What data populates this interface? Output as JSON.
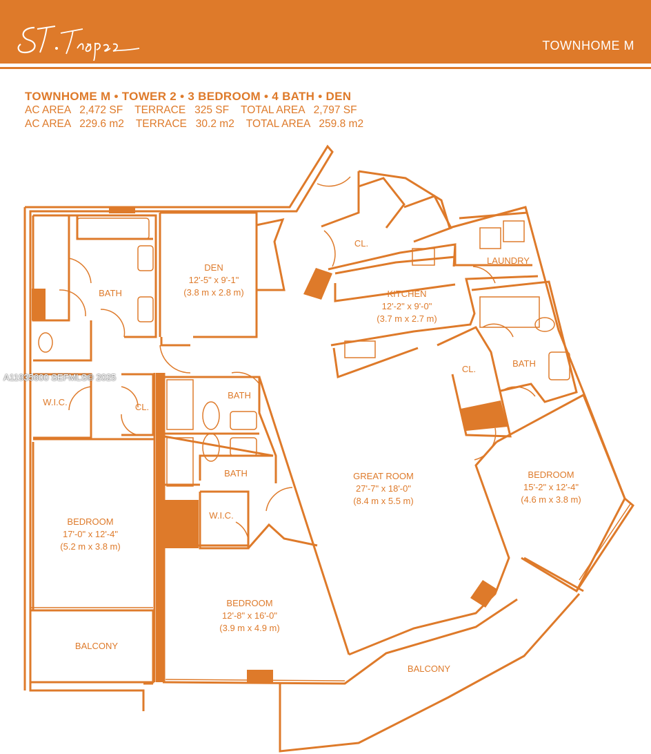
{
  "header": {
    "logo_text": "St. Tropez",
    "unit_title": "TOWNHOME M"
  },
  "specs": {
    "title": "TOWNHOME M • TOWER 2 • 3 BEDROOM • 4 BATH • DEN",
    "line_sf": "AC AREA   2,472 SF    TERRACE   325 SF    TOTAL AREA   2,797 SF",
    "line_m2": "AC AREA   229.6 m2    TERRACE   30.2 m2    TOTAL AREA   259.8 m2"
  },
  "rooms": {
    "den": {
      "name": "DEN",
      "dim_ft": "12'-5\" x 9'-1\"",
      "dim_m": "(3.8 m x 2.8 m)"
    },
    "bath_master": {
      "name": "BATH"
    },
    "cl_top": {
      "name": "CL."
    },
    "laundry": {
      "name": "LAUNDRY"
    },
    "kitchen": {
      "name": "KITCHEN",
      "dim_ft": "12'-2\" x 9'-0\"",
      "dim_m": "(3.7 m x 2.7 m)"
    },
    "bath_right": {
      "name": "BATH"
    },
    "cl_right": {
      "name": "CL."
    },
    "wic_left": {
      "name": "W.I.C."
    },
    "cl_left": {
      "name": "CL."
    },
    "bath_mid_top": {
      "name": "BATH"
    },
    "bath_mid_bottom": {
      "name": "BATH"
    },
    "wic_mid": {
      "name": "W.I.C."
    },
    "great_room": {
      "name": "GREAT ROOM",
      "dim_ft": "27'-7\" x 18'-0\"",
      "dim_m": "(8.4 m x 5.5 m)"
    },
    "bedroom_right": {
      "name": "BEDROOM",
      "dim_ft": "15'-2\" x 12'-4\"",
      "dim_m": "(4.6 m x 3.8 m)"
    },
    "bedroom_left": {
      "name": "BEDROOM",
      "dim_ft": "17'-0\" x 12'-4\"",
      "dim_m": "(5.2 m x 3.8 m)"
    },
    "bedroom_mid": {
      "name": "BEDROOM",
      "dim_ft": "12'-8\" x 16'-0\"",
      "dim_m": "(3.9 m x 4.9 m)"
    },
    "balcony_left": {
      "name": "BALCONY"
    },
    "balcony_right": {
      "name": "BALCONY"
    }
  },
  "watermark": "A11935600  SEFMLS© 2025",
  "colors": {
    "accent": "#de7a2a",
    "background": "#ffffff"
  }
}
